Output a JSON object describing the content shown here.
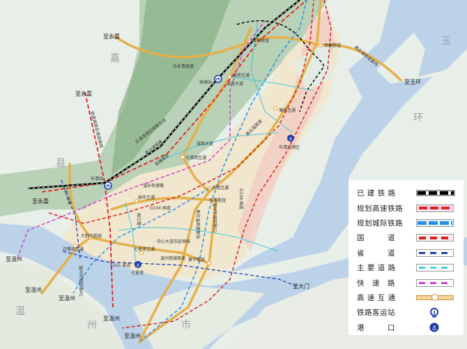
{
  "legend": {
    "items": [
      {
        "label": "已 建 铁 路",
        "symbol": "existing-railway",
        "color": "#000000"
      },
      {
        "label": "规划高速铁路",
        "symbol": "planned-high-speed-rail",
        "color": "#e02020"
      },
      {
        "label": "规划城际铁路",
        "symbol": "planned-intercity-rail",
        "color": "#2a8ee0"
      },
      {
        "label": "国　　　道",
        "symbol": "national-road",
        "color": "#d8201e"
      },
      {
        "label": "省　　　道",
        "symbol": "provincial-road",
        "color": "#2040b0"
      },
      {
        "label": "主 要 道 路",
        "symbol": "main-road",
        "color": "#40d0e0"
      },
      {
        "label": "快　速　路",
        "symbol": "expressway",
        "color": "#d040d0"
      },
      {
        "label": "高 速 互 通",
        "symbol": "highway-interchange",
        "color": "#e0a040"
      },
      {
        "label": "铁路客运站",
        "symbol": "railway-station-icon",
        "color": "#1a3aa8"
      },
      {
        "label": "港　　　口",
        "symbol": "port-anchor-icon",
        "color": "#1a3aa8"
      }
    ]
  },
  "regions": {
    "jia": "嘉",
    "xian": "县",
    "wen": "温",
    "zhou": "州",
    "shi": "市",
    "yu": "玉",
    "huan": "环"
  },
  "destinations": {
    "yongjia_1": "至永嘉",
    "yongjia_2": "至永嘉",
    "yongjia_3": "至永嘉",
    "wenzhou_1": "至温州",
    "wenzhou_2": "至温州",
    "wenzhou_3": "至温州",
    "wenzhou_4": "至温州",
    "wenzhou_5": "至温州",
    "damen": "至大门",
    "yuhuan": "至玉环"
  },
  "stations": {
    "yueqing": "乐清站",
    "shengang": "神港站"
  },
  "ports": {
    "qiligang": "七里港",
    "yueqingwan": "乐清湾港区"
  },
  "nodes": {
    "hongqiao_hub": "虹桥枢纽",
    "nantang_hub": "南塘枢纽",
    "hongqiao_ic": "虹桥互通",
    "puqi_ic": "蒲岐互通",
    "yueqingxi_ic": "乐清西互通",
    "yueqing_ic": "乐清互通",
    "yueqing_hub": "乐清枢纽",
    "liushi_ic": "柳市互通",
    "dajingbei_hub": "大荆北枢纽",
    "bailuyu_ic": "白鹭屿互通",
    "qiligang_ic": "七里港互通",
    "huanghua_hub": "黄华枢纽"
  },
  "roads": {
    "leyongqing": "乐永青高速",
    "chengnan": "城南大道",
    "chengxi": "城西大道",
    "wenle_fast": "温乐快速路",
    "g104": "G104 国道",
    "g228": "G228 国道",
    "s325_1": "S325 省道",
    "s325_2": "S325 省道",
    "liujiang": "柳江路",
    "yongtaiwen_fuxian": "甬台温高速复线",
    "yongtaiwen_gaosu": "甬台温高速",
    "yongtaiwen_rail": "甬台温铁路",
    "yuewan_rail": "乐清湾港区铁路支线",
    "hangwen_rail": "杭温高铁乐清连接线",
    "wenfu_rail": "温福高铁",
    "nancheng": "温州南城高速",
    "zhongxin": "中心大道东延伸线",
    "m1": "温州市域铁路M1",
    "s2": "温州市域铁路S2",
    "fuxian_bay": "甬台温高速复线"
  }
}
